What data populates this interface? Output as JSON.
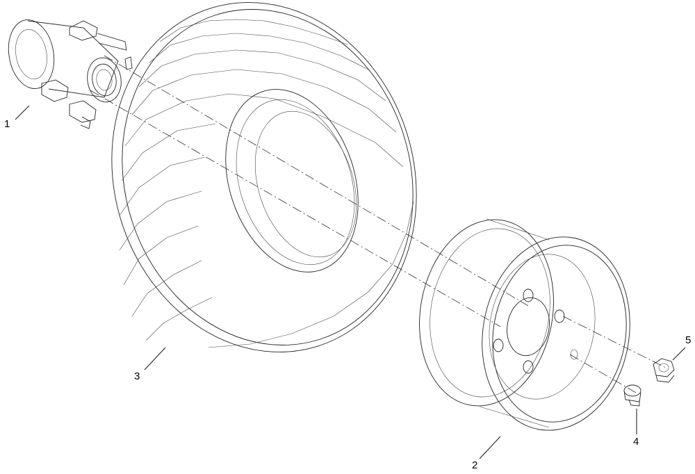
{
  "parts": [
    {
      "number": "1",
      "icon": "wheel-hub-icon"
    },
    {
      "number": "2",
      "icon": "wheel-rim-icon"
    },
    {
      "number": "3",
      "icon": "tire-icon"
    },
    {
      "number": "4",
      "icon": "valve-stem-icon"
    },
    {
      "number": "5",
      "icon": "lug-nut-icon"
    }
  ],
  "colors": {
    "line": "#222222",
    "background": "#ffffff"
  }
}
